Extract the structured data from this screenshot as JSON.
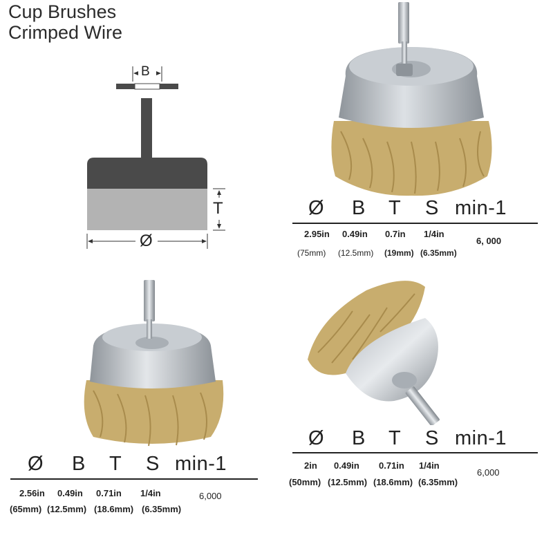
{
  "title": {
    "line1": "Cup Brushes",
    "line2": "Crimped Wire"
  },
  "diagram": {
    "label_b": "B",
    "label_t": "T",
    "label_diameter": "Ø"
  },
  "spec_headers": {
    "diameter": "Ø",
    "b": "B",
    "t": "T",
    "s": "S",
    "rpm": "min-1"
  },
  "products": [
    {
      "diameter": "2.95in",
      "diameter_mm": "(75mm)",
      "b": "0.49in",
      "b_mm": "(12.5mm)",
      "t": "0.7in",
      "t_mm": "(19mm)",
      "s": "1/4in",
      "s_mm": "(6.35mm)",
      "rpm": "6, 000"
    },
    {
      "diameter": "2.56in",
      "diameter_mm": "(65mm)",
      "b": "0.49in",
      "b_mm": "(12.5mm)",
      "t": "0.71in",
      "t_mm": "(18.6mm)",
      "s": "1/4in",
      "s_mm": "(6.35mm)",
      "rpm": "6,000"
    },
    {
      "diameter": "2in",
      "diameter_mm": "(50mm)",
      "b": "0.49in",
      "b_mm": "(12.5mm)",
      "t": "0.71in",
      "t_mm": "(18.6mm)",
      "s": "1/4in",
      "s_mm": "(6.35mm)",
      "rpm": "6,000"
    }
  ],
  "colors": {
    "wire": "#c8ad6e",
    "steel": "#b9bec4",
    "dark": "#4a4a4a",
    "grey": "#b3b3b3"
  }
}
